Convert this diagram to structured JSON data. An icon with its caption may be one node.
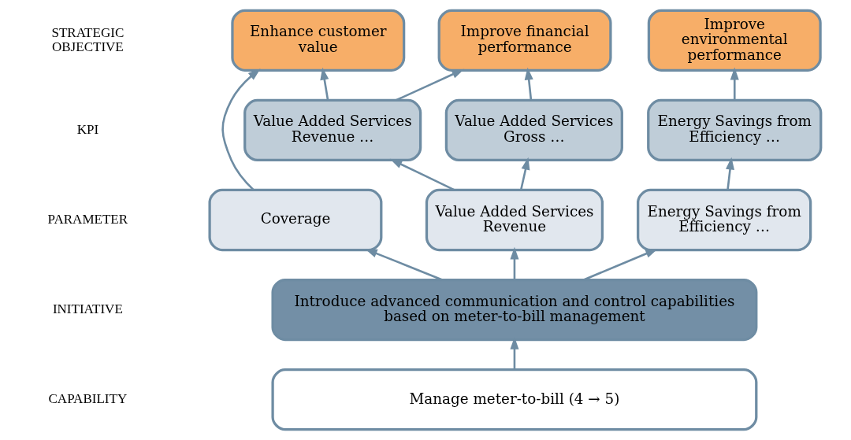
{
  "diagram": {
    "nodes": [
      {
        "text": [
          "Enhance customer value"
        ]
      },
      {
        "text": [
          "Improve financial performance"
        ]
      },
      {
        "text": [
          "Improve environmental performance"
        ]
      },
      {
        "text": [
          "Value Added Services Revenue …"
        ]
      },
      {
        "text": [
          "Value Added Services Gross …"
        ]
      },
      {
        "text": [
          "Energy Savings from Efficiency …"
        ]
      },
      {
        "text": [
          "Coverage"
        ]
      },
      {
        "text": [
          "Value Added Services Revenue"
        ]
      },
      {
        "text": [
          "Energy Savings from Efficiency …"
        ]
      },
      {
        "text": [
          "Introduce advanced communication and control capabilities based on meter-to-bill management"
        ]
      },
      {
        "text": [
          "Manage meter-to-bill (4 → 5)"
        ]
      }
    ],
    "edges": [
      {
        "from": 10,
        "to": 9,
        "arrow": "to"
      },
      {
        "from": 9,
        "to": 6,
        "arrow": "to"
      },
      {
        "from": 9,
        "to": 7,
        "arrow": "to"
      },
      {
        "from": 9,
        "to": 8,
        "arrow": "to"
      },
      {
        "from": 6,
        "to": 0,
        "arrow": "to"
      },
      {
        "from": 7,
        "to": 3,
        "arrow": "to"
      },
      {
        "from": 7,
        "to": 4,
        "arrow": "to"
      },
      {
        "from": 8,
        "to": 5,
        "arrow": "to"
      },
      {
        "from": 3,
        "to": 0,
        "arrow": "to"
      },
      {
        "from": 3,
        "to": 1,
        "arrow": "to"
      },
      {
        "from": 4,
        "to": 1,
        "arrow": "to"
      },
      {
        "from": 5,
        "to": 2,
        "arrow": "to"
      }
    ],
    "labels": [
      "STRATEGIC OBJECTIVE",
      "KPI",
      "PARAMETER",
      "INITIATIVE",
      "CAPABILITY"
    ]
  }
}
